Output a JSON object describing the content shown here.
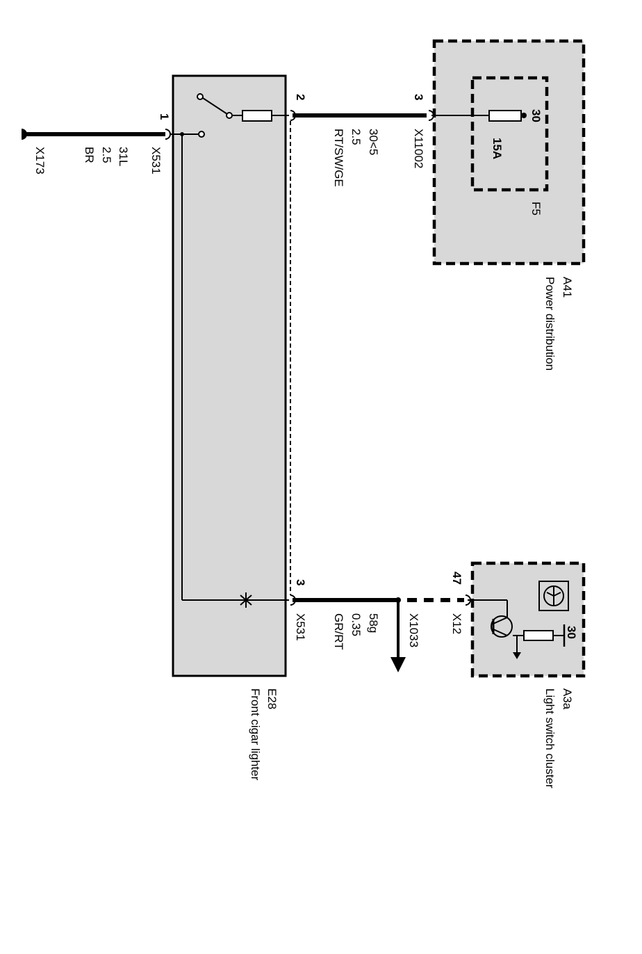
{
  "components": {
    "a41": {
      "id": "A41",
      "name": "Power distribution"
    },
    "f5": {
      "id": "F5",
      "rating": "15A",
      "terminal": "30"
    },
    "a3a": {
      "id": "A3a",
      "name": "Light switch cluster",
      "terminal": "30"
    },
    "e28": {
      "id": "E28",
      "name": "Front cigar lighter"
    }
  },
  "connectors": {
    "x531_pin1": {
      "pin": "1",
      "connector": "X531"
    },
    "x531_pin2": {
      "pin": "2"
    },
    "x11002": {
      "pin": "3",
      "connector": "X11002"
    },
    "x531_pin3": {
      "pin": "3",
      "connector": "X531"
    },
    "x12": {
      "pin": "47",
      "connector": "X12"
    },
    "x1033": {
      "connector": "X1033"
    },
    "x173": {
      "connector": "X173"
    }
  },
  "wires": {
    "ground": {
      "circuit": "31L",
      "size": "2.5",
      "color": "BR"
    },
    "power": {
      "circuit": "30<5",
      "size": "2.5",
      "color": "RT/SW/GE"
    },
    "illumination": {
      "circuit": "58g",
      "size": "0.35",
      "color": "GR/RT"
    }
  }
}
